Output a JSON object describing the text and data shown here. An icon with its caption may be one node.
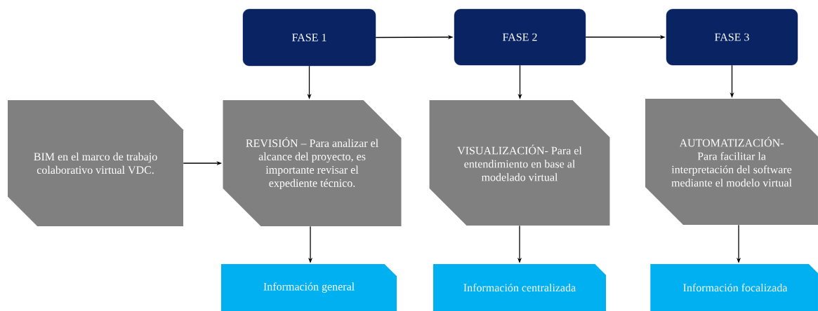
{
  "diagram": {
    "nodes": [
      {
        "text": [
          "FASE 1"
        ]
      },
      {
        "text": [
          "FASE 2"
        ]
      },
      {
        "text": [
          "FASE 3"
        ]
      },
      {
        "text": [
          "BIM en el marco de trabajo colaborativo virtual VDC."
        ]
      },
      {
        "text": [
          "REVISIÓN – Para analizar el alcance del proyecto, es importante revisar el expediente técnico."
        ]
      },
      {
        "text": [
          "VISUALIZACIÓN- Para el entendimiento en base al modelado virtual"
        ]
      },
      {
        "text": [
          "AUTOMATIZACIÓN- Para facilitar la interpretación  del software mediante el modelo virtual"
        ]
      },
      {
        "text": [
          "Información general"
        ]
      },
      {
        "text": [
          "Información centralizada"
        ]
      },
      {
        "text": [
          "Información focalizada"
        ]
      }
    ],
    "edges": [
      {
        "from": 0,
        "to": 1,
        "arrow": "to"
      },
      {
        "from": 1,
        "to": 2,
        "arrow": "to"
      },
      {
        "from": 0,
        "to": 4,
        "arrow": "to"
      },
      {
        "from": 1,
        "to": 5,
        "arrow": "to"
      },
      {
        "from": 2,
        "to": 6,
        "arrow": "to"
      },
      {
        "from": 3,
        "to": 4,
        "arrow": "to"
      },
      {
        "from": 4,
        "to": 7,
        "arrow": "to"
      },
      {
        "from": 5,
        "to": 8,
        "arrow": "to"
      },
      {
        "from": 6,
        "to": 9,
        "arrow": "to"
      }
    ]
  }
}
